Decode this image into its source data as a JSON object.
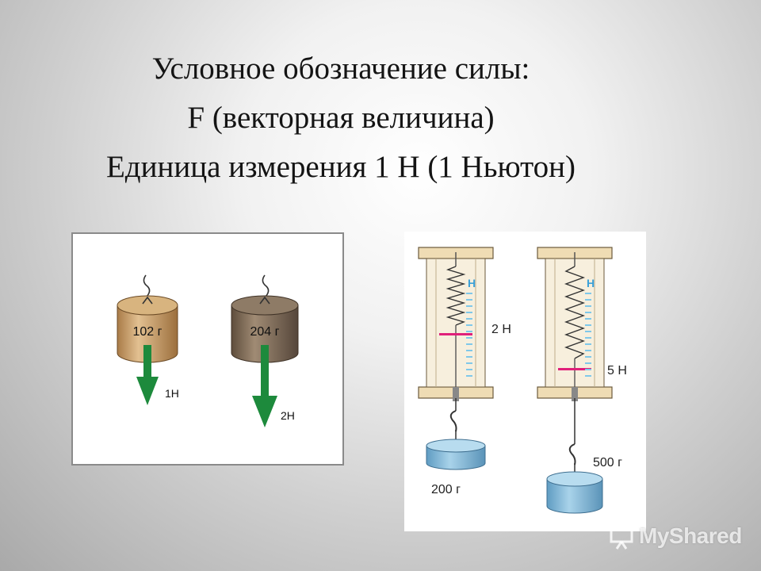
{
  "title": {
    "line1": "Условное обозначение силы:",
    "line2": "F (векторная величина)",
    "line3": "Единица измерения 1 Н (1 Ньютон)"
  },
  "weights_figure": {
    "weight1_label": "102 г",
    "force1_label": "1Н",
    "weight2_label": "204 г",
    "force2_label": "2Н"
  },
  "spring_scales_figure": {
    "scale1_unit": "Н",
    "scale1_reading": "2 Н",
    "scale1_mass": "200 г",
    "scale2_unit": "Н",
    "scale2_reading": "5 Н",
    "scale2_mass": "500 г"
  },
  "watermark": {
    "brand": "MyShared"
  },
  "colors": {
    "arrow_green": "#1d8a3c",
    "weight1_brown": "#c9a06c",
    "weight2_brown": "#7d6a56",
    "scale_frame": "#efdcb4",
    "pointer_pink": "#e0207a",
    "tick_blue": "#7fc8ea",
    "mass_blue": "#7fb6d6"
  }
}
